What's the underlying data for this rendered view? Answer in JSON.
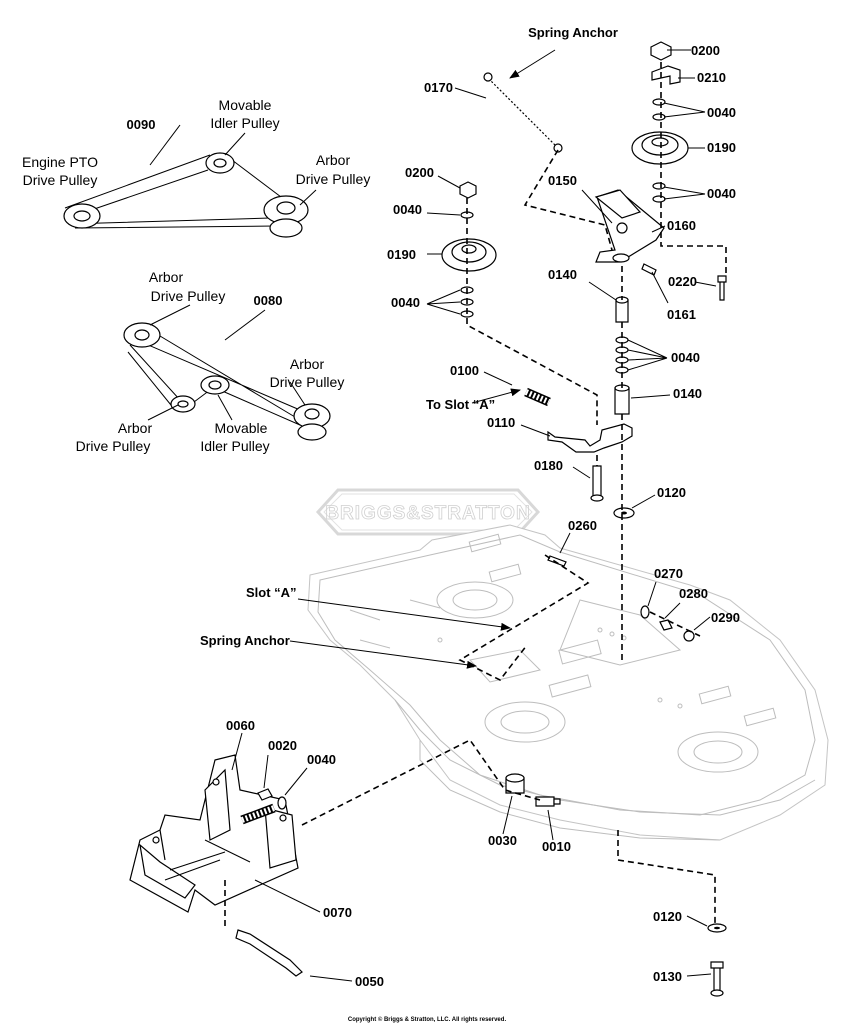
{
  "belt_diagram_top": {
    "belt_number": "0090",
    "engine_pulley": [
      "Engine PTO",
      "Drive Pulley"
    ],
    "idler_pulley": [
      "Movable",
      "Idler Pulley"
    ],
    "arbor_pulley": [
      "Arbor",
      "Drive Pulley"
    ]
  },
  "belt_diagram_bottom": {
    "belt_number": "0080",
    "arbor_top": [
      "Arbor",
      "Drive Pulley"
    ],
    "arbor_right": [
      "Arbor",
      "Drive Pulley"
    ],
    "arbor_left": [
      "Arbor",
      "Drive Pulley"
    ],
    "idler_pulley": [
      "Movable",
      "Idler Pulley"
    ]
  },
  "annotations": {
    "spring_anchor_top": "Spring Anchor",
    "to_slot_a": "To Slot “A”",
    "slot_a": "Slot “A”",
    "spring_anchor_deck": "Spring Anchor"
  },
  "watermark": "BRIGGS&STRATTON",
  "parts": {
    "p0200a": "0200",
    "p0210": "0210",
    "p0040a": "0040",
    "p0190a": "0190",
    "p0040b": "0040",
    "p0170": "0170",
    "p0150": "0150",
    "p0160": "0160",
    "p0200b": "0200",
    "p0040c": "0040",
    "p0190b": "0190",
    "p0220": "0220",
    "p0140a": "0140",
    "p0161": "0161",
    "p0040d": "0040",
    "p0040e": "0040",
    "p0100": "0100",
    "p0140b": "0140",
    "p0110": "0110",
    "p0180": "0180",
    "p0120a": "0120",
    "p0260": "0260",
    "p0270": "0270",
    "p0280": "0280",
    "p0290": "0290",
    "p0060": "0060",
    "p0020": "0020",
    "p0040f": "0040",
    "p0030": "0030",
    "p0010": "0010",
    "p0070": "0070",
    "p0050": "0050",
    "p0120b": "0120",
    "p0130": "0130"
  },
  "copyright": "Copyright © Briggs & Stratton, LLC. All rights reserved."
}
